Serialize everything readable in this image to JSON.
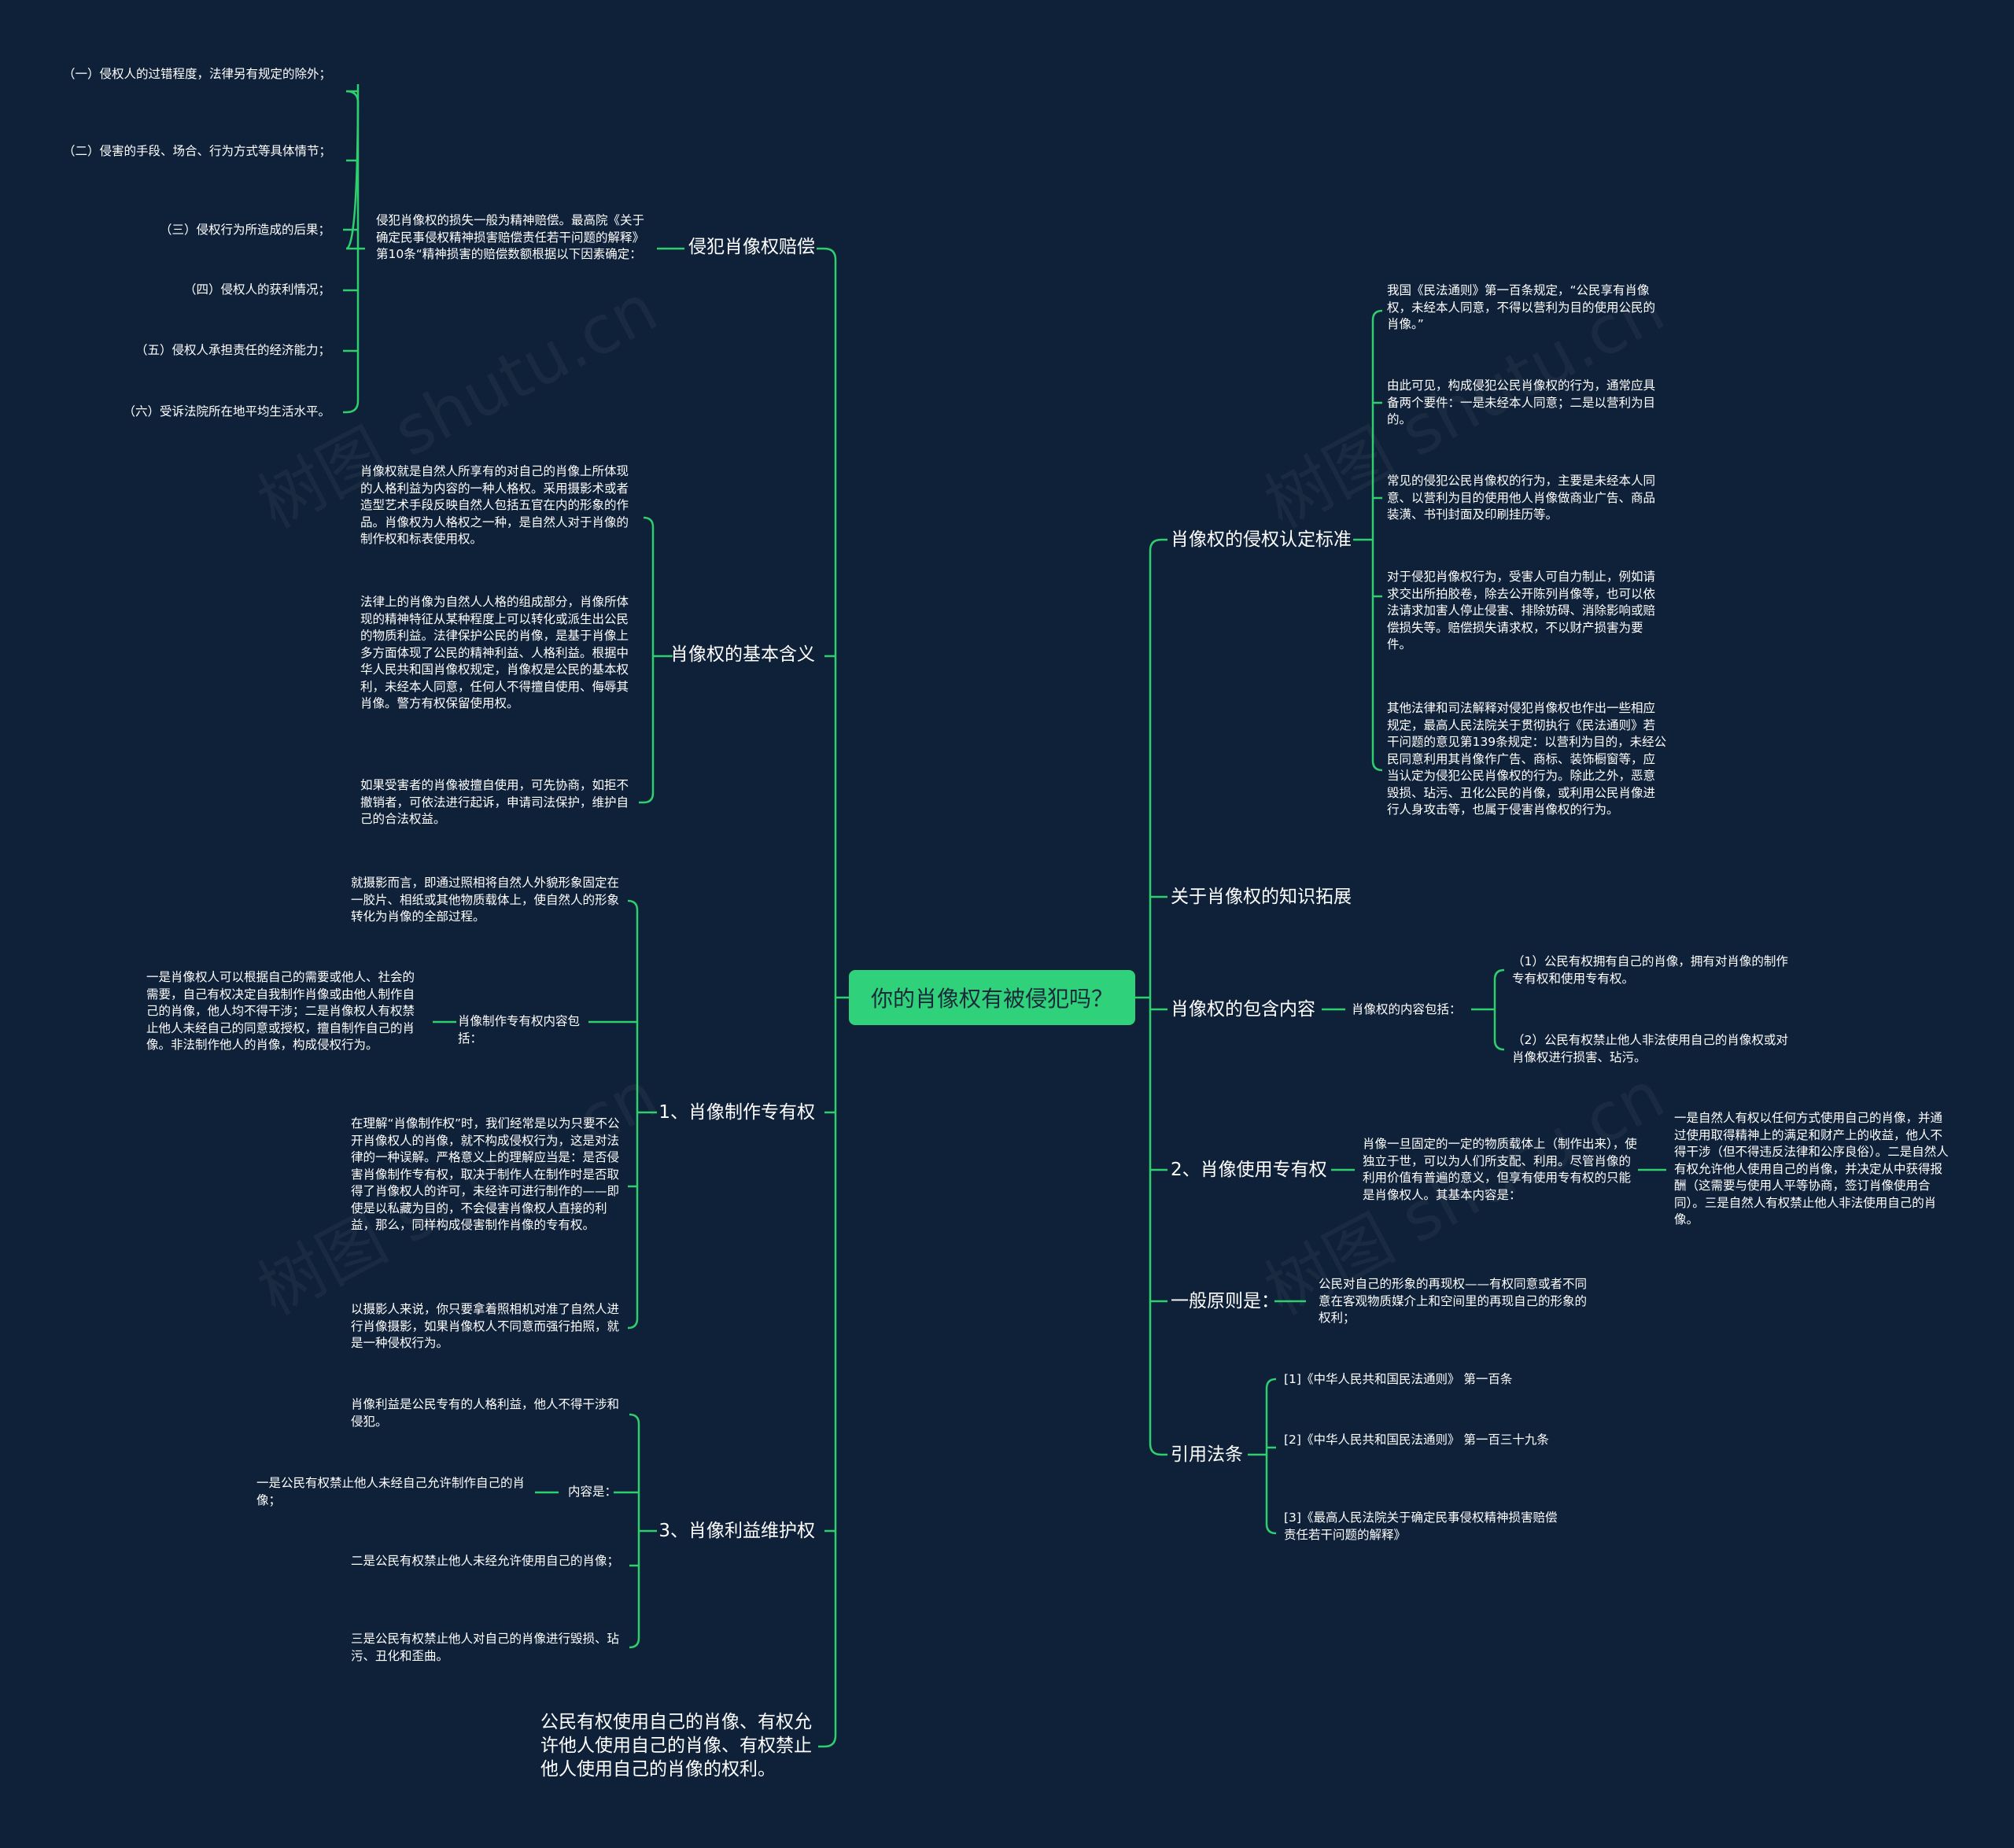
{
  "root": "你的肖像权有被侵犯吗？",
  "watermark": "树图 shutu.cn",
  "left": {
    "compensation": {
      "label": "侵犯肖像权赔偿",
      "desc": "侵犯肖像权的损失一般为精神赔偿。最高院《关于确定民事侵权精神损害赔偿责任若干问题的解释》第10条“精神损害的赔偿数额根据以下因素确定：",
      "factors": [
        "（一）侵权人的过错程度，法律另有规定的除外；",
        "（二）侵害的手段、场合、行为方式等具体情节；",
        "（三）侵权行为所造成的后果；",
        "（四）侵权人的获利情况；",
        "（五）侵权人承担责任的经济能力；",
        "（六）受诉法院所在地平均生活水平。"
      ]
    },
    "meaning": {
      "label": "肖像权的基本含义",
      "items": [
        "肖像权就是自然人所享有的对自己的肖像上所体现的人格利益为内容的一种人格权。采用摄影术或者造型艺术手段反映自然人包括五官在内的形象的作品。肖像权为人格权之一种，是自然人对于肖像的制作权和标表使用权。",
        "法律上的肖像为自然人人格的组成部分，肖像所体现的精神特征从某种程度上可以转化或派生出公民的物质利益。法律保护公民的肖像，是基于肖像上多方面体现了公民的精神利益、人格利益。根据中华人民共和国肖像权规定，肖像权是公民的基本权利，未经本人同意，任何人不得擅自使用、侮辱其肖像。警方有权保留使用权。",
        "如果受害者的肖像被擅自使用，可先协商，如拒不撤销者，可依法进行起诉，申请司法保护，维护自己的合法权益。"
      ]
    },
    "production": {
      "label": "1、肖像制作专有权",
      "item1": "就摄影而言，即通过照相将自然人外貌形象固定在一胶片、相纸或其他物质载体上，使自然人的形象转化为肖像的全部过程。",
      "sub_label": "肖像制作专有权内容包括：",
      "sub_detail": "一是肖像权人可以根据自己的需要或他人、社会的需要，自己有权决定自我制作肖像或由他人制作自己的肖像，他人均不得干涉；二是肖像权人有权禁止他人未经自己的同意或授权，擅自制作自己的肖像。非法制作他人的肖像，构成侵权行为。",
      "item3": "在理解“肖像制作权”时，我们经常是以为只要不公开肖像权人的肖像，就不构成侵权行为，这是对法律的一种误解。严格意义上的理解应当是：是否侵害肖像制作专有权，取决于制作人在制作时是否取得了肖像权人的许可，未经许可进行制作的——即使是以私藏为目的，不会侵害肖像权人直接的利益，那么，同样构成侵害制作肖像的专有权。",
      "item4": "以摄影人来说，你只要拿着照相机对准了自然人进行肖像摄影，如果肖像权人不同意而强行拍照，就是一种侵权行为。"
    },
    "interest": {
      "label": "3、肖像利益维护权",
      "item1": "肖像利益是公民专有的人格利益，他人不得干涉和侵犯。",
      "sub_label": "内容是：",
      "sub_detail": "一是公民有权禁止他人未经自己允许制作自己的肖像；",
      "item3": "二是公民有权禁止他人未经允许使用自己的肖像；",
      "item4": "三是公民有权禁止他人对自己的肖像进行毁损、玷污、丑化和歪曲。"
    },
    "summary": "公民有权使用自己的肖像、有权允许他人使用自己的肖像、有权禁止他人使用自己的肖像的权利。"
  },
  "right": {
    "standard": {
      "label": "肖像权的侵权认定标准",
      "items": [
        "我国《民法通则》第一百条规定，“公民享有肖像权，未经本人同意，不得以营利为目的使用公民的肖像。”",
        "由此可见，构成侵犯公民肖像权的行为，通常应具备两个要件：一是未经本人同意；二是以营利为目的。",
        "常见的侵犯公民肖像权的行为，主要是未经本人同意、以营利为目的使用他人肖像做商业广告、商品装潢、书刊封面及印刷挂历等。",
        "对于侵犯肖像权行为，受害人可自力制止，例如请求交出所拍胶卷，除去公开陈列肖像等，也可以依法请求加害人停止侵害、排除妨碍、消除影响或赔偿损失等。赔偿损失请求权，不以财产损害为要件。",
        "其他法律和司法解释对侵犯肖像权也作出一些相应规定，最高人民法院关于贯彻执行《民法通则》若干问题的意见第139条规定：以营利为目的，未经公民同意利用其肖像作广告、商标、装饰橱窗等，应当认定为侵犯公民肖像权的行为。除此之外，恶意毁损、玷污、丑化公民的肖像，或利用公民肖像进行人身攻击等，也属于侵害肖像权的行为。"
      ]
    },
    "extension": {
      "label": "关于肖像权的知识拓展"
    },
    "contents": {
      "label": "肖像权的包含内容",
      "sub_label": "肖像权的内容包括：",
      "items": [
        "（1）公民有权拥有自己的肖像，拥有对肖像的制作专有权和使用专有权。",
        "（2）公民有权禁止他人非法使用自己的肖像权或对肖像权进行损害、玷污。"
      ]
    },
    "usage": {
      "label": "2、肖像使用专有权",
      "desc": "肖像一旦固定的一定的物质载体上（制作出来），使独立于世，可以为人们所支配、利用。尽管肖像的利用价值有普遍的意义，但享有使用专有权的只能是肖像权人。其基本内容是：",
      "detail": "一是自然人有权以任何方式使用自己的肖像，并通过使用取得精神上的满足和财产上的收益，他人不得干涉（但不得违反法律和公序良俗）。二是自然人有权允许他人使用自己的肖像，并决定从中获得报酬（这需要与使用人平等协商，签订肖像使用合同）。三是自然人有权禁止他人非法使用自己的肖像。"
    },
    "principle": {
      "label": "一般原则是：",
      "detail": "公民对自己的形象的再现权——有权同意或者不同意在客观物质媒介上和空间里的再现自己的形象的权利；"
    },
    "citations": {
      "label": "引用法条",
      "items": [
        "[1]《中华人民共和国民法通则》 第一百条",
        "[2]《中华人民共和国民法通则》 第一百三十九条",
        "[3]《最高人民法院关于确定民事侵权精神损害赔偿责任若干问题的解释》"
      ]
    }
  }
}
